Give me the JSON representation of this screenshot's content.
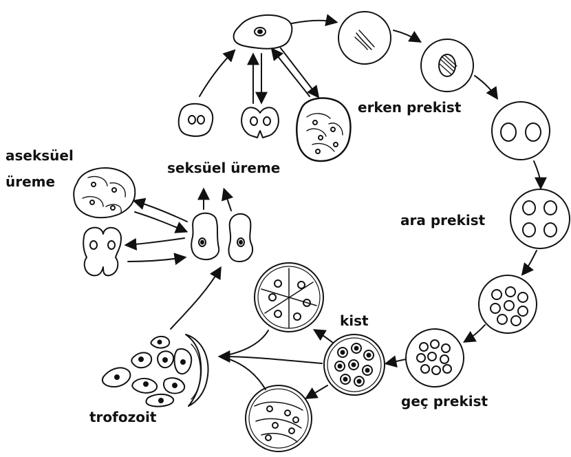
{
  "labels": {
    "erken_prekist": "erken prekist",
    "seksuel_ureme": "seksüel üreme",
    "aseksuel_line1": "aseksüel",
    "aseksuel_line2": "üreme",
    "ara_prekist": "ara prekist",
    "kist": "kist",
    "gec_prekist": "geç prekist",
    "trofozoit": "trofozoit"
  },
  "colors": {
    "ink": "#111111",
    "background": "#ffffff"
  }
}
